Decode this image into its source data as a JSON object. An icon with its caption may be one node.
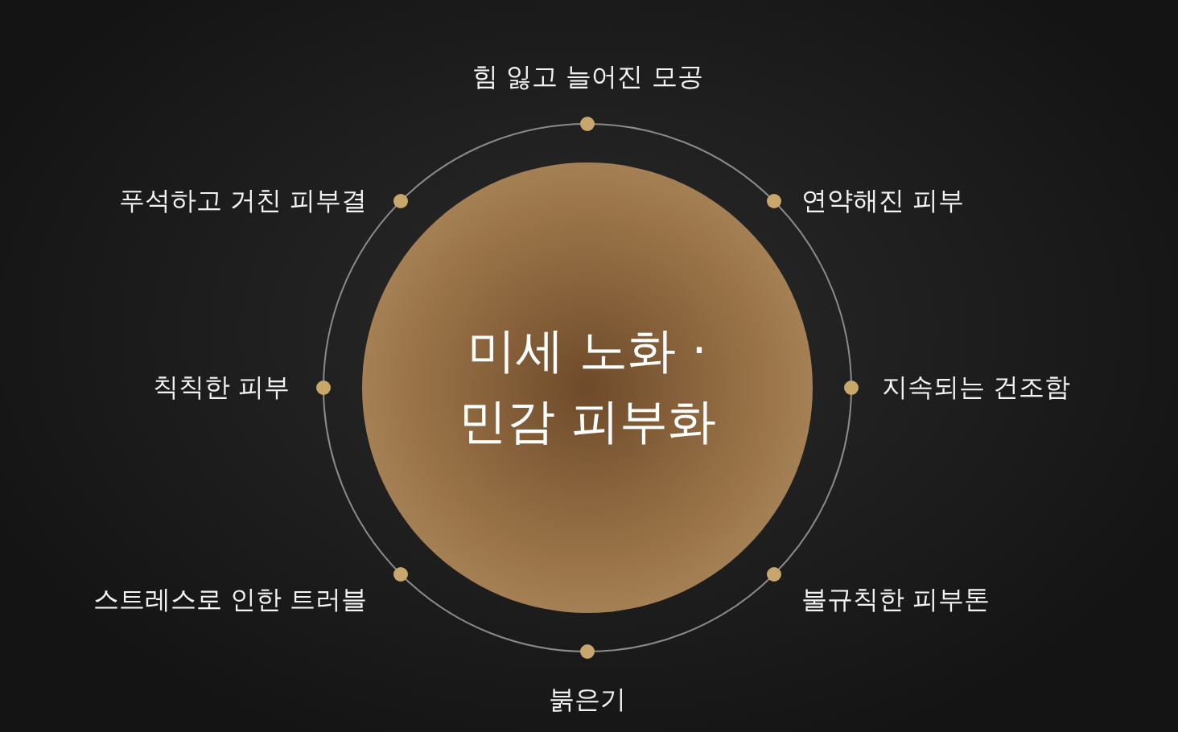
{
  "diagram": {
    "nodes": [
      {
        "text": [
          "미세 노화 · 민감 피부화"
        ]
      }
    ],
    "labels": [
      "힘 잃고 늘어진 모공",
      "푸석하고 거친 피부결",
      "연약해진 피부",
      "칙칙한 피부",
      "지속되는 건조함",
      "스트레스로 인한 트러블",
      "불규칙한 피부톤",
      "붉은기"
    ]
  }
}
